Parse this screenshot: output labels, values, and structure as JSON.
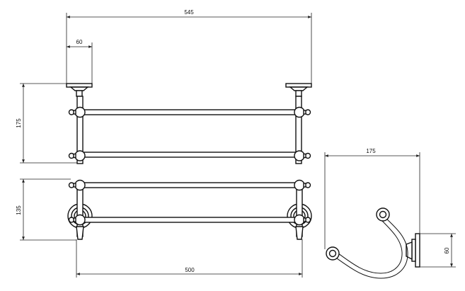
{
  "dimensions": {
    "overall_width": "545",
    "mount_spacing": "60",
    "front_height": "175",
    "side_height": "135",
    "rail_length": "500",
    "hook_projection": "175",
    "hook_plate": "60"
  }
}
